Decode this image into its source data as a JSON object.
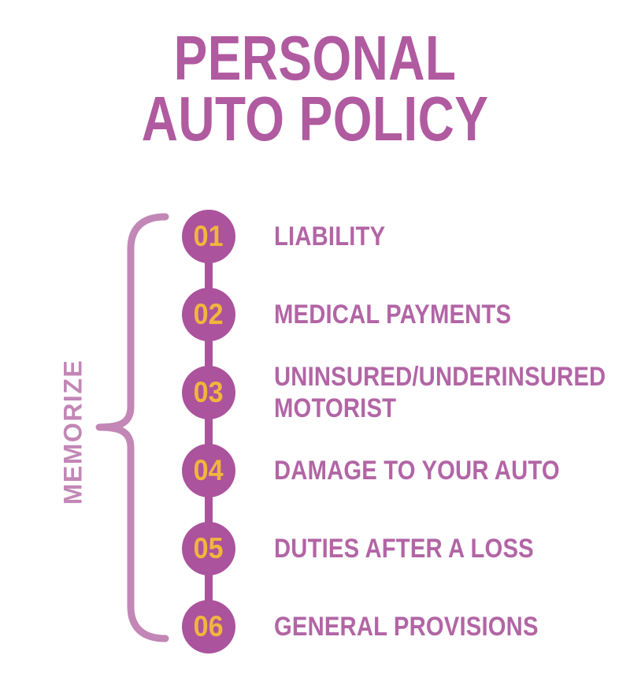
{
  "title": {
    "line1": "PERSONAL",
    "line2": "AUTO POLICY"
  },
  "side_label": {
    "text": "MEMORIZE"
  },
  "colors": {
    "background": "#ffffff",
    "title_purple": "#b05aa0",
    "badge_fill": "#ab539d",
    "badge_number": "#f0b63c",
    "label_purple": "#b265a5",
    "brace_pink": "#c287b6"
  },
  "timeline": {
    "items": [
      {
        "number": "01",
        "label_line1": "LIABILITY",
        "label_line2": ""
      },
      {
        "number": "02",
        "label_line1": "MEDICAL PAYMENTS",
        "label_line2": ""
      },
      {
        "number": "03",
        "label_line1": "UNINSURED/UNDERINSURED",
        "label_line2": "MOTORIST"
      },
      {
        "number": "04",
        "label_line1": "DAMAGE TO YOUR AUTO",
        "label_line2": ""
      },
      {
        "number": "05",
        "label_line1": "DUTIES AFTER A LOSS",
        "label_line2": ""
      },
      {
        "number": "06",
        "label_line1": "GENERAL PROVISIONS",
        "label_line2": ""
      }
    ]
  }
}
